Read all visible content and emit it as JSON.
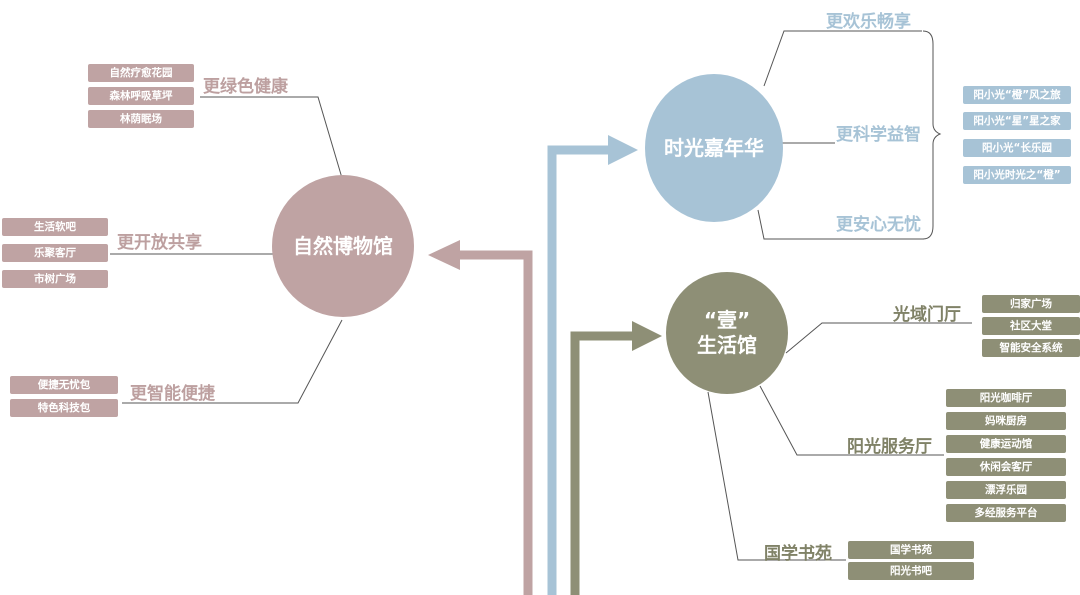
{
  "nodes": {
    "museum": "自然博物馆",
    "carnival": "时光嘉年华",
    "life_quote": "“壹”",
    "life_name": "生活馆"
  },
  "museum": {
    "branches": [
      {
        "label": "更绿色健康",
        "items": [
          "自然疗愈花园",
          "森林呼吸草坪",
          "林荫眠场"
        ]
      },
      {
        "label": "更开放共享",
        "items": [
          "生活软吧",
          "乐聚客厅",
          "市树广场"
        ]
      },
      {
        "label": "更智能便捷",
        "items": [
          "便捷无忧包",
          "特色科技包"
        ]
      }
    ]
  },
  "carnival": {
    "branches": [
      {
        "label": "更欢乐畅享"
      },
      {
        "label": "更科学益智"
      },
      {
        "label": "更安心无忧"
      }
    ],
    "items": [
      "阳小光“橙”风之旅",
      "阳小光“星”星之家",
      "阳小光“长乐园",
      "阳小光时光之“橙”"
    ]
  },
  "life": {
    "branches": [
      {
        "label": "光域门厅",
        "items": [
          "归家广场",
          "社区大堂",
          "智能安全系统"
        ]
      },
      {
        "label": "阳光服务厅",
        "items": [
          "阳光咖啡厅",
          "妈咪厨房",
          "健康运动馆",
          "休闲会客厅",
          "漂浮乐园",
          "多经服务平台"
        ]
      },
      {
        "label": "国学书苑",
        "items": [
          "国学书苑",
          "阳光书吧"
        ]
      }
    ]
  },
  "colors": {
    "pink": "#bfa3a3",
    "blue": "#a7c3d6",
    "olive": "#8e8f76",
    "line": "#555555"
  }
}
